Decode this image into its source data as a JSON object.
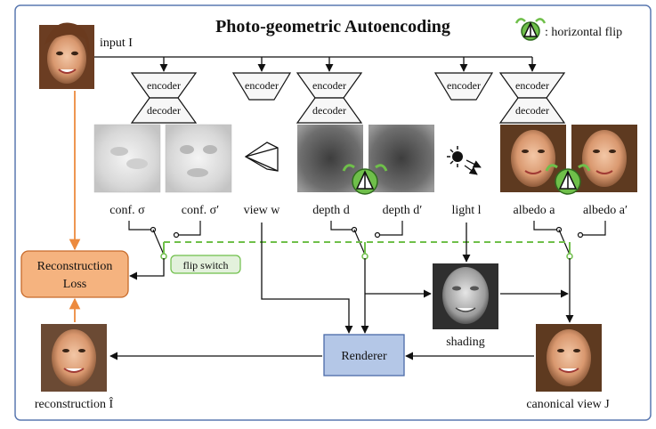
{
  "title": "Photo-geometric Autoencoding",
  "legend": {
    "icon": "horizontal-flip-icon",
    "label": ": horizontal flip"
  },
  "nodes": {
    "input": "input I",
    "encoder": "encoder",
    "decoder": "decoder",
    "conf": "conf. σ",
    "conf_prime": "conf. σ′",
    "view": "view w",
    "depth": "depth d",
    "depth_prime": "depth d′",
    "light": "light l",
    "albedo": "albedo a",
    "albedo_prime": "albedo a′",
    "flip_switch": "flip switch",
    "recon_loss_line1": "Reconstruction",
    "recon_loss_line2": "Loss",
    "shading": "shading",
    "renderer": "Renderer",
    "reconstruction": "reconstruction Î",
    "canonical_view": "canonical view J"
  },
  "colors": {
    "frame": "#5a78b0",
    "loss_fill": "#f5b37f",
    "loss_stroke": "#c76a2a",
    "renderer_fill": "#b4c7e7",
    "renderer_stroke": "#4a6aa8",
    "flip_green": "#6fbf4a",
    "orange_arrow": "#ec8a3e"
  }
}
